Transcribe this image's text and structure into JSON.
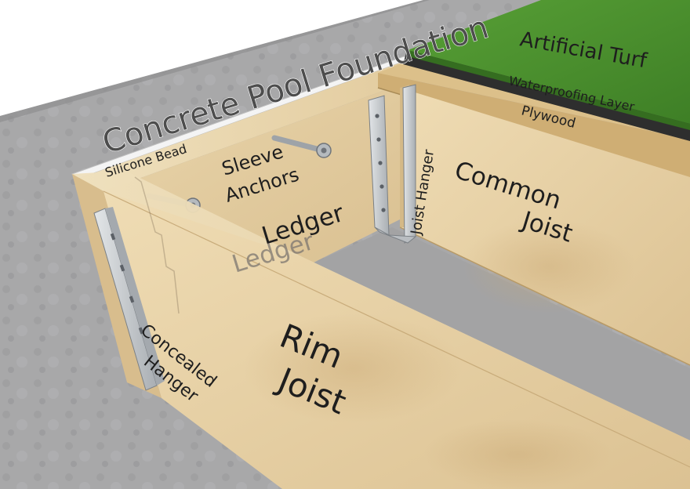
{
  "diagram": {
    "labels": {
      "title": "Concrete Pool Foundation",
      "silicone_bead": "Silicone Bead",
      "sleeve_anchors_line1": "Sleeve",
      "sleeve_anchors_line2": "Anchors",
      "ledger": "Ledger",
      "joist_hanger": "Joist Hanger",
      "common_joist_line1": "Common",
      "common_joist_line2": "Joist",
      "artificial_turf": "Artificial Turf",
      "waterproofing_layer": "Waterproofing Layer",
      "plywood": "Plywood",
      "concealed_hanger_line1": "Concealed",
      "concealed_hanger_line2": "Hanger",
      "rim_joist_line1": "Rim",
      "rim_joist_line2": "Joist"
    },
    "colors": {
      "background": "#ffffff",
      "concrete": "#a9a9a9",
      "wood": "#e6d1a7",
      "turf": "#4b8d2e",
      "waterproofing": "#2e2e2e",
      "plywood_edge": "#cfae74",
      "metal": "#c9cdd1"
    }
  }
}
